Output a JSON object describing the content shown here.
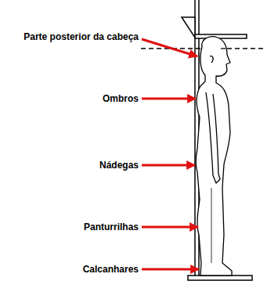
{
  "diagram": {
    "labels": [
      "Parte posterior da cabeça",
      "Ombros",
      "Nádegas",
      "Panturrilhas",
      "Calcanhares"
    ]
  }
}
